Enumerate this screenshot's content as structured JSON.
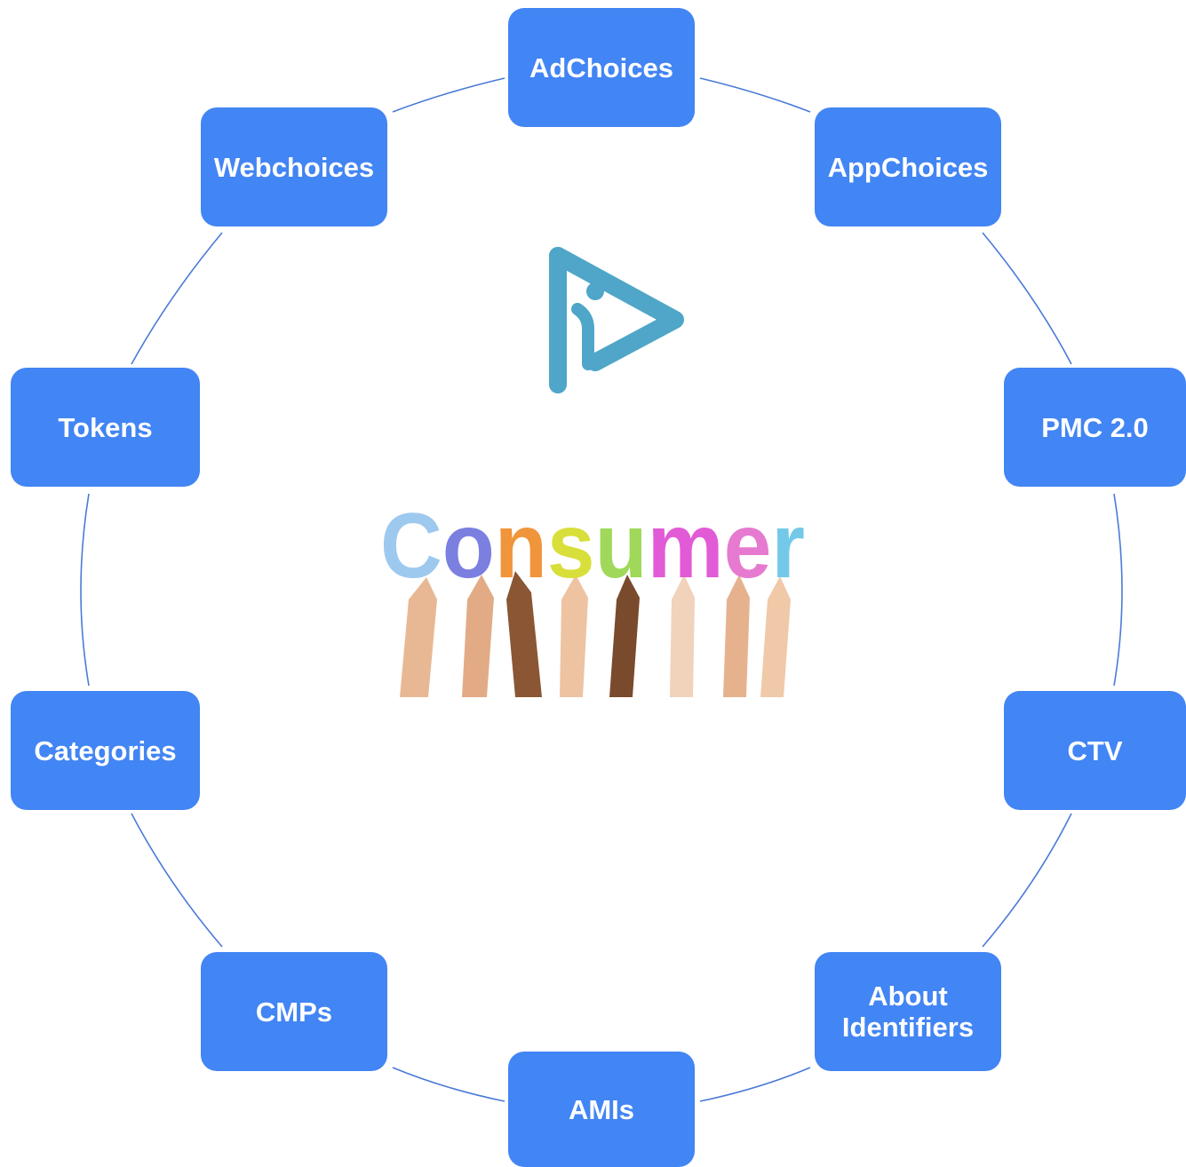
{
  "diagram": {
    "center": {
      "logo_icon": "adchoices-i-triangle-icon",
      "word": "Consumer",
      "word_letter_colors": [
        "#9ec9ef",
        "#7a7fe0",
        "#f0953b",
        "#d9df3a",
        "#a0d85a",
        "#e25bd6",
        "#e67ad0",
        "#74c9e9",
        "#e2523a"
      ]
    },
    "nodes": [
      {
        "id": "adchoices",
        "label": "AdChoices"
      },
      {
        "id": "appchoices",
        "label": "AppChoices"
      },
      {
        "id": "pmc",
        "label": "PMC 2.0"
      },
      {
        "id": "ctv",
        "label": "CTV"
      },
      {
        "id": "about",
        "label": "About\nIdentifiers"
      },
      {
        "id": "amis",
        "label": "AMIs"
      },
      {
        "id": "cmps",
        "label": "CMPs"
      },
      {
        "id": "categories",
        "label": "Categories"
      },
      {
        "id": "tokens",
        "label": "Tokens"
      },
      {
        "id": "webchoices",
        "label": "Webchoices"
      }
    ],
    "colors": {
      "node_fill": "#4285f4",
      "node_text": "#ffffff",
      "connector": "#4a7bd8",
      "logo": "#4fa6c8"
    }
  }
}
